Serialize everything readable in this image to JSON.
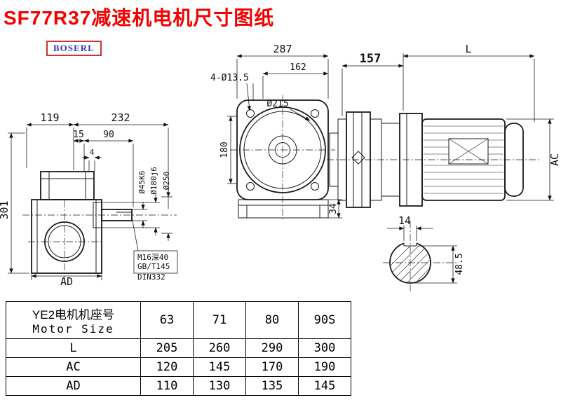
{
  "page": {
    "title": "SF77R37减速机电机尺寸图纸",
    "brand": "BOSERL"
  },
  "dims": {
    "front_width": "287",
    "front_inner": "162",
    "bolt_holes": "4-Ø13.5",
    "flange_dia": "Ø215",
    "front_height": "180",
    "foot": "34",
    "adapter_len": "157",
    "motor_len": "L",
    "motor_dia": "AC",
    "lv_119": "119",
    "lv_232": "232",
    "lv_15": "15",
    "lv_90": "90",
    "lv_4": "4",
    "lv_301": "301",
    "lv_ad": "AD",
    "shaft_dia": "Ø45K6",
    "spigot_dia": "Ø180j6",
    "flange_od": "Ø250",
    "tap": "M16深40",
    "tap_std": "GB/T145",
    "tap_din": "DIN332",
    "key_w": "14",
    "key_h": "48.5"
  },
  "table": {
    "header": {
      "line1": "YE2电机机座号",
      "line2": "Motor Size"
    },
    "sizes": [
      "63",
      "71",
      "80",
      "90S"
    ],
    "rows": [
      {
        "label": "L",
        "values": [
          "205",
          "260",
          "290",
          "300"
        ]
      },
      {
        "label": "AC",
        "values": [
          "120",
          "145",
          "170",
          "190"
        ]
      },
      {
        "label": "AD",
        "values": [
          "110",
          "130",
          "135",
          "145"
        ]
      }
    ]
  }
}
